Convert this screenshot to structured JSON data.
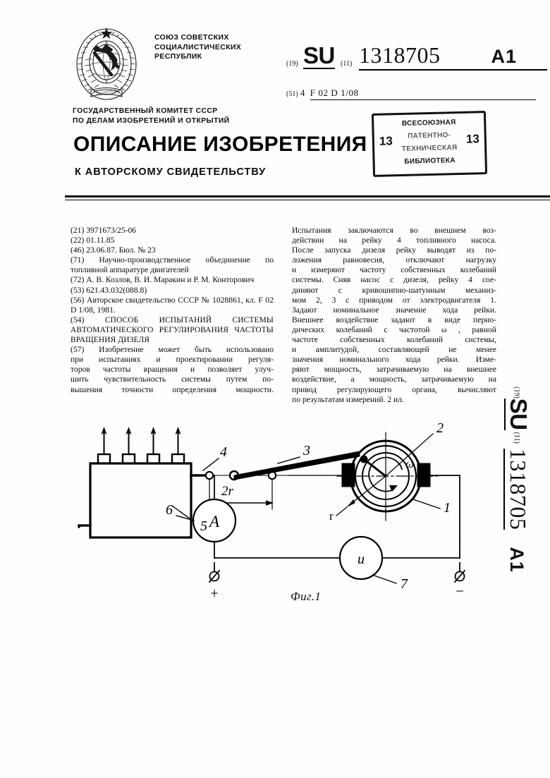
{
  "document": {
    "country_emblem": "ussr-coat-of-arms",
    "country_name_lines": [
      "СОЮЗ СОВЕТСКИХ",
      "СОЦИАЛИСТИЧЕСКИХ",
      "РЕСПУБЛИК"
    ],
    "committee_lines": [
      "ГОСУДАРСТВЕННЫЙ КОМИТЕТ СССР",
      "ПО ДЕЛАМ ИЗОБРЕТЕНИЙ И ОТКРЫТИЙ"
    ],
    "title": "ОПИСАНИЕ ИЗОБРЕТЕНИЯ",
    "subtitle": "К АВТОРСКОМУ СВИДЕТЕЛЬСТВУ"
  },
  "identifier": {
    "code_19": "(19)",
    "country_code": "SU",
    "code_11": "(11)",
    "patent_number": "1318705",
    "kind_code": "A1",
    "code_51": "(51)",
    "ipc_edition": "4",
    "ipc_class": "F 02 D 1/08"
  },
  "stamp": {
    "left_number": "13",
    "right_number": "13",
    "lines": [
      "ВСЕСОЮЗНАЯ",
      "ПАТЕНТНО-",
      "ТЕХНИЧЕСКАЯ",
      "БИБЛИОТЕКА"
    ]
  },
  "bibliography": {
    "application_number": "(21)  3971673/25-06",
    "filing_date": "(22)  01.11.85",
    "publication": "(46)  23.06.87. Бюл. № 23",
    "applicant_code": "(71)",
    "applicant": "Научно-производственное объединение по топливной аппаратуре двигателей",
    "inventors_code": "(72)",
    "inventors": "А. В. Козлов, В. И. Маракин и Р. М. Конторович",
    "udc": "(53)  621.43.032(088.8)",
    "references_code": "(56)",
    "references": "Авторское свидетельство СССР № 1028861, кл. F 02 D 1/08, 1981.",
    "title_code": "(54)",
    "invention_title": "СПОСОБ ИСПЫТАНИЙ СИСТЕМЫ АВТОМАТИЧЕСКОГО РЕГУЛИРОВАНИЯ ЧАСТОТЫ ВРАЩЕНИЯ ДИЗЕЛЯ",
    "abstract_code": "(57)",
    "abstract_left_lines": [
      "(57)  Изобретение может быть использовано",
      "при  испытаниях  и  проектировании  регуля-",
      "торов  частоты  вращения  и  позволяет  улуч-",
      "шить  чувствительность  системы  путем  по-",
      "вышения  точности  определения  мощности."
    ],
    "abstract_right_lines": [
      "Испытания  заключаются  во  внешнем  воз-",
      "действии  на  рейку  4  топливного  насоса.",
      "После запуска дизеля рейку выводят из по-",
      "ложения  равновесия,  отключают  нагрузку",
      "и  измеряют  частоту  собственных  колебаний",
      "системы. Сняв насос с дизеля, рейку 4 сое-",
      "диняют  с  кривошипно-шатунным  механиз-",
      "мом 2, 3 с приводом от электродвигателя 1.",
      "Задают  номинальное  значение  хода  рейки.",
      "Внешнее  воздействие задают в виде перио-",
      "дических колебаний с  частотой ω , равной",
      "частоте  собственных  колебаний  системы,",
      "и  амплитудой,  составляющей  не  менее",
      "значения  номинального  хода  рейки.  Изме-",
      "ряют мощность, затрачиваемую на внешнее",
      "воздействие, а мощность, затрачиваемую на",
      "привод  регулирующего  органа,  вычисляют",
      "по результатам измерений. 2 ил."
    ]
  },
  "figure": {
    "caption": "Фиг.1",
    "callouts": {
      "motor": "1",
      "crank": "2",
      "connecting_rod": "3",
      "rack": "4",
      "pump": "5",
      "ammeter": "6",
      "voltmeter": "7"
    },
    "annotations": {
      "stroke": "2r",
      "radius": "r",
      "angular_velocity": "ω",
      "ammeter_symbol": "A",
      "voltmeter_symbol": "u",
      "terminal_plus": "+",
      "terminal_minus": "−"
    }
  },
  "side_identifier": {
    "code_19": "(19)",
    "country_code": "SU",
    "code_11": "(11)",
    "patent_number": "1318705",
    "kind_code": "A1"
  }
}
